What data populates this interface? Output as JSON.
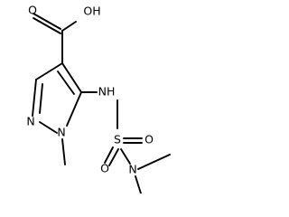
{
  "molecule": {
    "atoms": {
      "oh": "OH",
      "o_carbonyl": "O",
      "nh": "NH",
      "n_ring_top": "N",
      "n_ring_methyl": "N",
      "s": "S",
      "o_sulfonyl_top": "O",
      "o_sulfonyl_right": "O",
      "n_dimethyl": "N"
    }
  }
}
